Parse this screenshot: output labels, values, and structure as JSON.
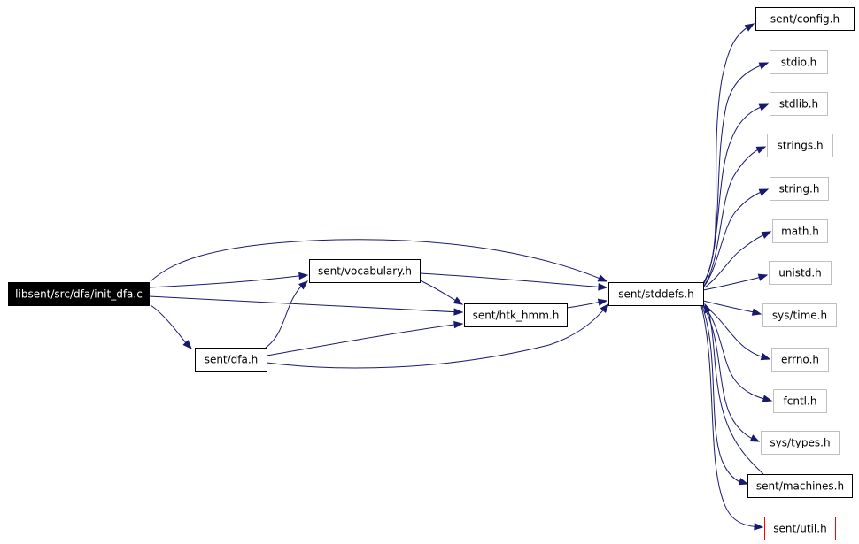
{
  "colors": {
    "edge": "#191970",
    "root_fill": "#000000",
    "root_text": "#ffffff",
    "documented_border": "#000000",
    "undocumented_border": "#bfbfbf",
    "missing_border": "#ff0000",
    "text": "#000000"
  },
  "nodes": [
    {
      "id": "root",
      "label": "libsent/src/dfa/init_dfa.c",
      "style": "root"
    },
    {
      "id": "vocabulary",
      "label": "sent/vocabulary.h",
      "style": "documented"
    },
    {
      "id": "dfa",
      "label": "sent/dfa.h",
      "style": "documented"
    },
    {
      "id": "htk_hmm",
      "label": "sent/htk_hmm.h",
      "style": "documented"
    },
    {
      "id": "stddefs",
      "label": "sent/stddefs.h",
      "style": "documented"
    },
    {
      "id": "config",
      "label": "sent/config.h",
      "style": "documented"
    },
    {
      "id": "stdio",
      "label": "stdio.h",
      "style": "undocumented"
    },
    {
      "id": "stdlib",
      "label": "stdlib.h",
      "style": "undocumented"
    },
    {
      "id": "strings",
      "label": "strings.h",
      "style": "undocumented"
    },
    {
      "id": "string",
      "label": "string.h",
      "style": "undocumented"
    },
    {
      "id": "math",
      "label": "math.h",
      "style": "undocumented"
    },
    {
      "id": "unistd",
      "label": "unistd.h",
      "style": "undocumented"
    },
    {
      "id": "systime",
      "label": "sys/time.h",
      "style": "undocumented"
    },
    {
      "id": "errno",
      "label": "errno.h",
      "style": "undocumented"
    },
    {
      "id": "fcntl",
      "label": "fcntl.h",
      "style": "undocumented"
    },
    {
      "id": "systypes",
      "label": "sys/types.h",
      "style": "undocumented"
    },
    {
      "id": "machines",
      "label": "sent/machines.h",
      "style": "documented"
    },
    {
      "id": "util",
      "label": "sent/util.h",
      "style": "missing"
    }
  ],
  "edges": [
    {
      "from": "root",
      "to": "stddefs"
    },
    {
      "from": "root",
      "to": "vocabulary"
    },
    {
      "from": "root",
      "to": "htk_hmm"
    },
    {
      "from": "root",
      "to": "dfa"
    },
    {
      "from": "vocabulary",
      "to": "stddefs"
    },
    {
      "from": "vocabulary",
      "to": "htk_hmm"
    },
    {
      "from": "dfa",
      "to": "vocabulary"
    },
    {
      "from": "dfa",
      "to": "htk_hmm"
    },
    {
      "from": "dfa",
      "to": "stddefs"
    },
    {
      "from": "htk_hmm",
      "to": "stddefs"
    },
    {
      "from": "stddefs",
      "to": "config"
    },
    {
      "from": "stddefs",
      "to": "stdio"
    },
    {
      "from": "stddefs",
      "to": "stdlib"
    },
    {
      "from": "stddefs",
      "to": "strings"
    },
    {
      "from": "stddefs",
      "to": "string"
    },
    {
      "from": "stddefs",
      "to": "math"
    },
    {
      "from": "stddefs",
      "to": "unistd"
    },
    {
      "from": "stddefs",
      "to": "systime"
    },
    {
      "from": "stddefs",
      "to": "errno"
    },
    {
      "from": "stddefs",
      "to": "fcntl"
    },
    {
      "from": "stddefs",
      "to": "systypes"
    },
    {
      "from": "stddefs",
      "to": "machines"
    },
    {
      "from": "stddefs",
      "to": "util"
    },
    {
      "from": "machines",
      "to": "stddefs"
    }
  ]
}
